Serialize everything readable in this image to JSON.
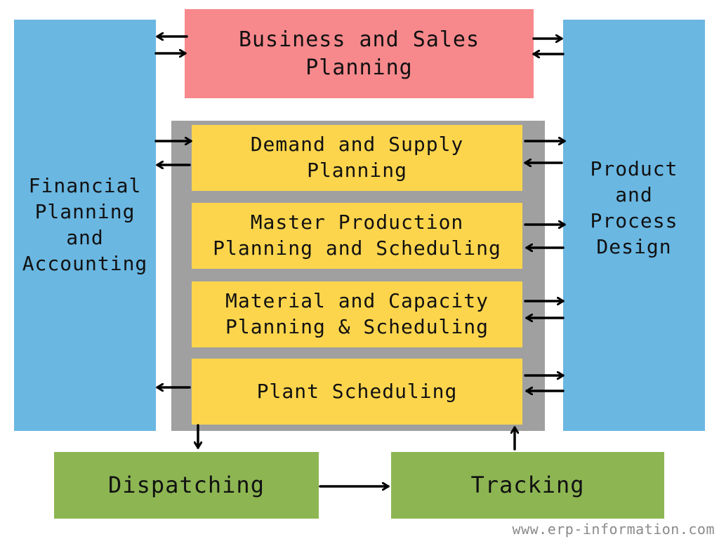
{
  "nodes": {
    "financial": "Financial\nPlanning\nand\nAccounting",
    "business_sales": "Business and Sales\nPlanning",
    "product_process": "Product\nand\nProcess\nDesign",
    "demand_supply": "Demand and Supply\nPlanning",
    "master_production": "Master Production\nPlanning and Scheduling",
    "material_capacity": "Material and Capacity\nPlanning & Scheduling",
    "plant_scheduling": "Plant Scheduling",
    "dispatching": "Dispatching",
    "tracking": "Tracking"
  },
  "watermark": "www.erp-information.com",
  "colors": {
    "side_blue": "#6ab7e2",
    "top_pink": "#f7898c",
    "core_yellow": "#fdd54d",
    "core_frame_gray": "#a0a0a0",
    "bottom_green": "#8db653",
    "arrow": "#000000"
  }
}
